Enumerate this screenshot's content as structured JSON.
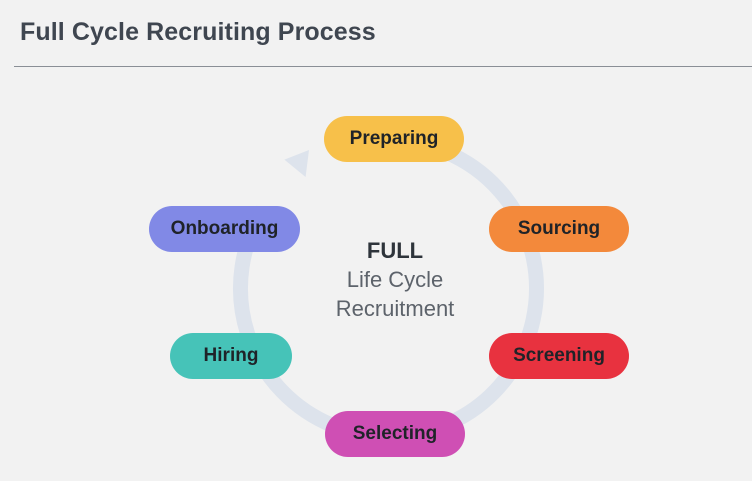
{
  "title": "Full Cycle Recruiting Process",
  "center": {
    "line1": "FULL",
    "line2": "Life Cycle",
    "line3": "Recruitment"
  },
  "stages": [
    {
      "label": "Preparing",
      "color": "#f7c04a"
    },
    {
      "label": "Sourcing",
      "color": "#f3893b"
    },
    {
      "label": "Screening",
      "color": "#e8323f"
    },
    {
      "label": "Selecting",
      "color": "#cf4fb4"
    },
    {
      "label": "Hiring",
      "color": "#46c3b8"
    },
    {
      "label": "Onboarding",
      "color": "#8189e6"
    }
  ],
  "colors": {
    "ring": "#dde3ec",
    "background": "#f2f2f2",
    "title": "#3f4650"
  }
}
